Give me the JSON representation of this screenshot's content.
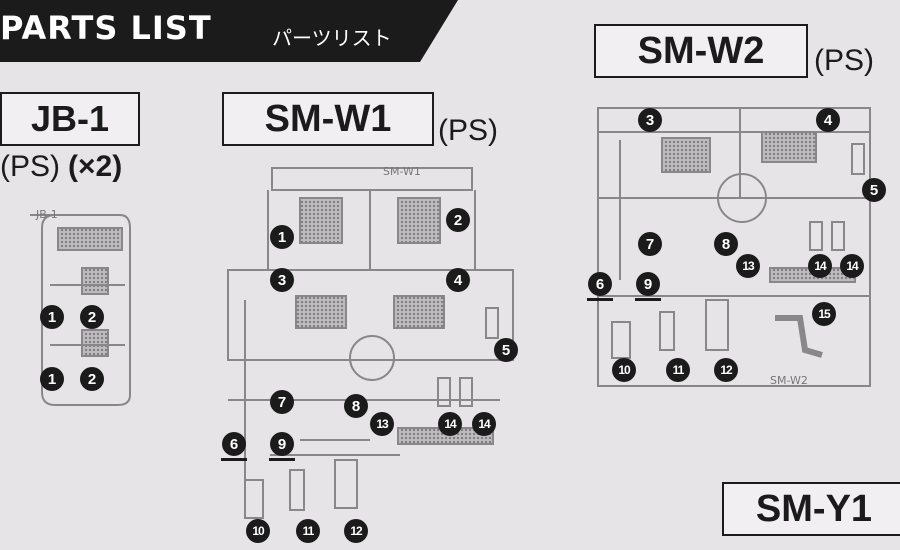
{
  "header": {
    "title": "PARTS LIST",
    "subtitle": "パーツリスト"
  },
  "sections": {
    "jb1": {
      "name": "JB-1",
      "material": "(PS)",
      "qty": "(×2)",
      "runner_label": "JB-1"
    },
    "smw1": {
      "name": "SM-W1",
      "material": "(PS)",
      "runner_label": "SM-W1"
    },
    "smw2": {
      "name": "SM-W2",
      "material": "(PS)",
      "runner_label": "SM-W2"
    },
    "smy1": {
      "name": "SM-Y1"
    }
  },
  "part_numbers": {
    "n1": "1",
    "n2": "2",
    "n3": "3",
    "n4": "4",
    "n5": "5",
    "n6": "6",
    "n7": "7",
    "n8": "8",
    "n9": "9",
    "n10": "10",
    "n11": "11",
    "n12": "12",
    "n13": "13",
    "n14": "14",
    "n15": "15"
  },
  "colors": {
    "ink": "#1b1b1b",
    "paper": "#e7e4e8",
    "runner": "#8a878b"
  }
}
